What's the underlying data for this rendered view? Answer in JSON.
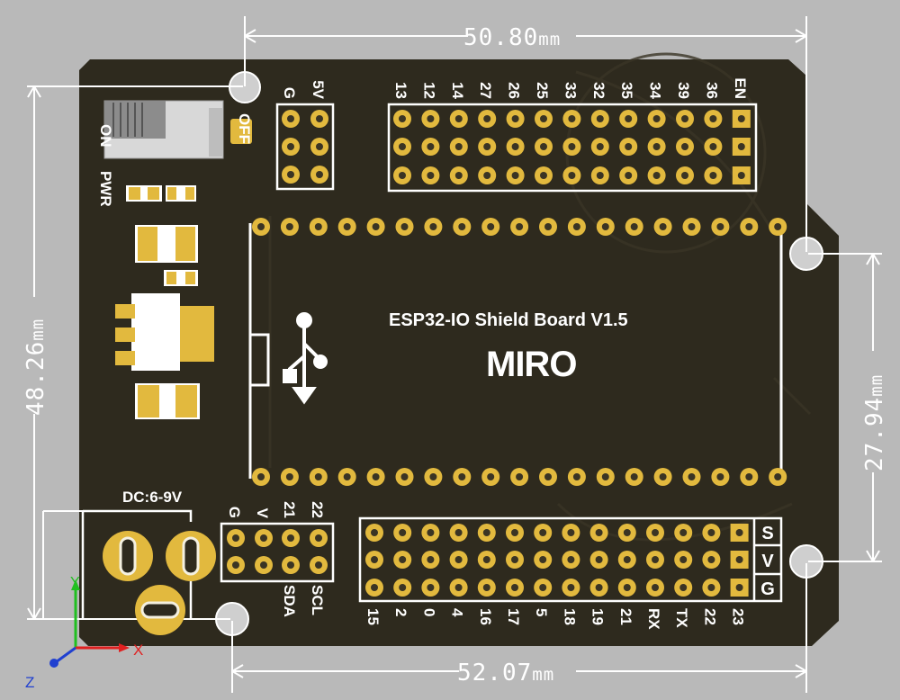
{
  "board": {
    "title": "ESP32-IO Shield Board V1.5",
    "logo": "MIRO",
    "power_label": "PWR",
    "switch_on": "ON",
    "switch_off": "OFF",
    "dc_label": "DC:6-9V"
  },
  "dimensions": {
    "top": "50.80",
    "bottom": "52.07",
    "left": "48.26",
    "right": "27.94",
    "unit": "mm"
  },
  "headers": {
    "power_top": [
      "G",
      "5V"
    ],
    "top_pins": [
      "13",
      "12",
      "14",
      "27",
      "26",
      "25",
      "33",
      "32",
      "35",
      "34",
      "39",
      "36",
      "EN"
    ],
    "i2c_top": [
      "G",
      "V",
      "21",
      "22"
    ],
    "i2c_bottom": [
      "SDA",
      "SCL"
    ],
    "bottom_pins": [
      "15",
      "2",
      "0",
      "4",
      "16",
      "17",
      "5",
      "18",
      "19",
      "21",
      "RX",
      "TX",
      "22",
      "23"
    ],
    "svg_labels": [
      "S",
      "V",
      "G"
    ]
  },
  "axes": {
    "x": "X",
    "y": "Y",
    "z": "Z"
  },
  "colors": {
    "board": "#2e2a1e",
    "background": "#b9b9b9",
    "pad": "#e2b93e",
    "silkscreen": "#ffffff",
    "axis_x": "#e02020",
    "axis_y": "#20c020",
    "axis_z": "#2040d0"
  }
}
